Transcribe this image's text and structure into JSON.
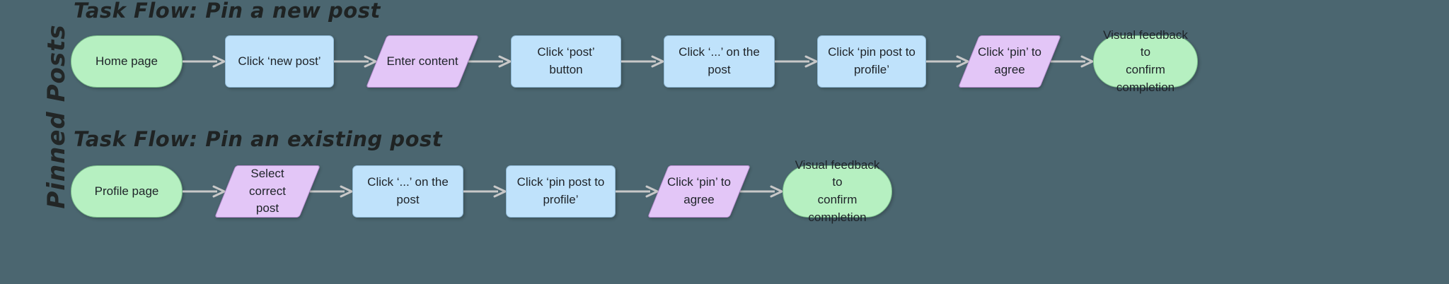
{
  "page": {
    "background_color": "#4b6670",
    "section_label": "Pinned Posts"
  },
  "palette": {
    "terminal_fill": "#b6f0c1",
    "terminal_stroke": "#7cc08c",
    "process_fill": "#bfe2fb",
    "process_stroke": "#8fb8d4",
    "io_fill": "#e3c6f7",
    "io_stroke": "#b98fd0",
    "connector": "#c8c8c8",
    "text": "#1e2328"
  },
  "flows": [
    {
      "title": "Task Flow: Pin a new post",
      "nodes": [
        {
          "label": "Home page",
          "shape": "terminal",
          "width": 158
        },
        {
          "label": "Click ‘new post’",
          "shape": "process",
          "width": 154
        },
        {
          "label": "Enter content",
          "shape": "io",
          "width": 130
        },
        {
          "label": "Click ‘post’ button",
          "shape": "process",
          "width": 156
        },
        {
          "label": "Click ‘...’ on the post",
          "shape": "process",
          "width": 157
        },
        {
          "label": "Click ‘pin post to\nprofile’",
          "shape": "process",
          "width": 154
        },
        {
          "label": "Click ‘pin’ to\nagree",
          "shape": "io",
          "width": 116
        },
        {
          "label": "Visual feedback to\nconfirm completion",
          "shape": "terminal",
          "width": 148
        }
      ],
      "connectors": 7
    },
    {
      "title": "Task Flow: Pin an existing post",
      "nodes": [
        {
          "label": "Profile page",
          "shape": "terminal",
          "width": 158
        },
        {
          "label": "Select correct\npost",
          "shape": "io",
          "width": 120
        },
        {
          "label": "Click ‘...’ on the post",
          "shape": "process",
          "width": 157
        },
        {
          "label": "Click ‘pin post to profile’",
          "shape": "process",
          "width": 155
        },
        {
          "label": "Click ‘pin’ to\nagree",
          "shape": "io",
          "width": 116
        },
        {
          "label": "Visual feedback to\nconfirm completion",
          "shape": "terminal",
          "width": 155
        }
      ],
      "connectors": 5
    }
  ],
  "connector": {
    "icon": "arrow-right-icon",
    "length": 60
  }
}
